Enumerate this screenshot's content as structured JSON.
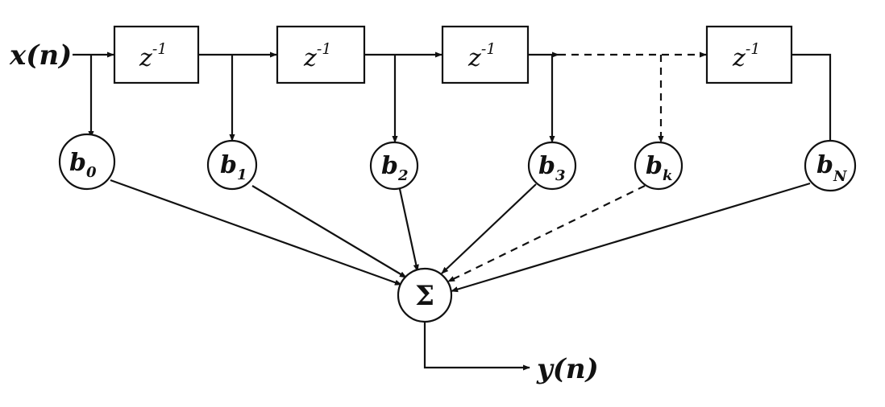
{
  "input_label": "x(n)",
  "output_label": "y(n)",
  "sum_symbol": "Σ",
  "delays": [
    {
      "base": "z",
      "exp": "-1"
    },
    {
      "base": "z",
      "exp": "-1"
    },
    {
      "base": "z",
      "exp": "-1"
    },
    {
      "base": "z",
      "exp": "-1"
    }
  ],
  "taps": [
    {
      "base": "b",
      "sub": "0",
      "dashed": false
    },
    {
      "base": "b",
      "sub": "1",
      "dashed": false
    },
    {
      "base": "b",
      "sub": "2",
      "dashed": false
    },
    {
      "base": "b",
      "sub": "3",
      "dashed": false
    },
    {
      "base": "b",
      "sub": "k",
      "dashed": true
    },
    {
      "base": "b",
      "sub": "N",
      "dashed": false
    }
  ]
}
